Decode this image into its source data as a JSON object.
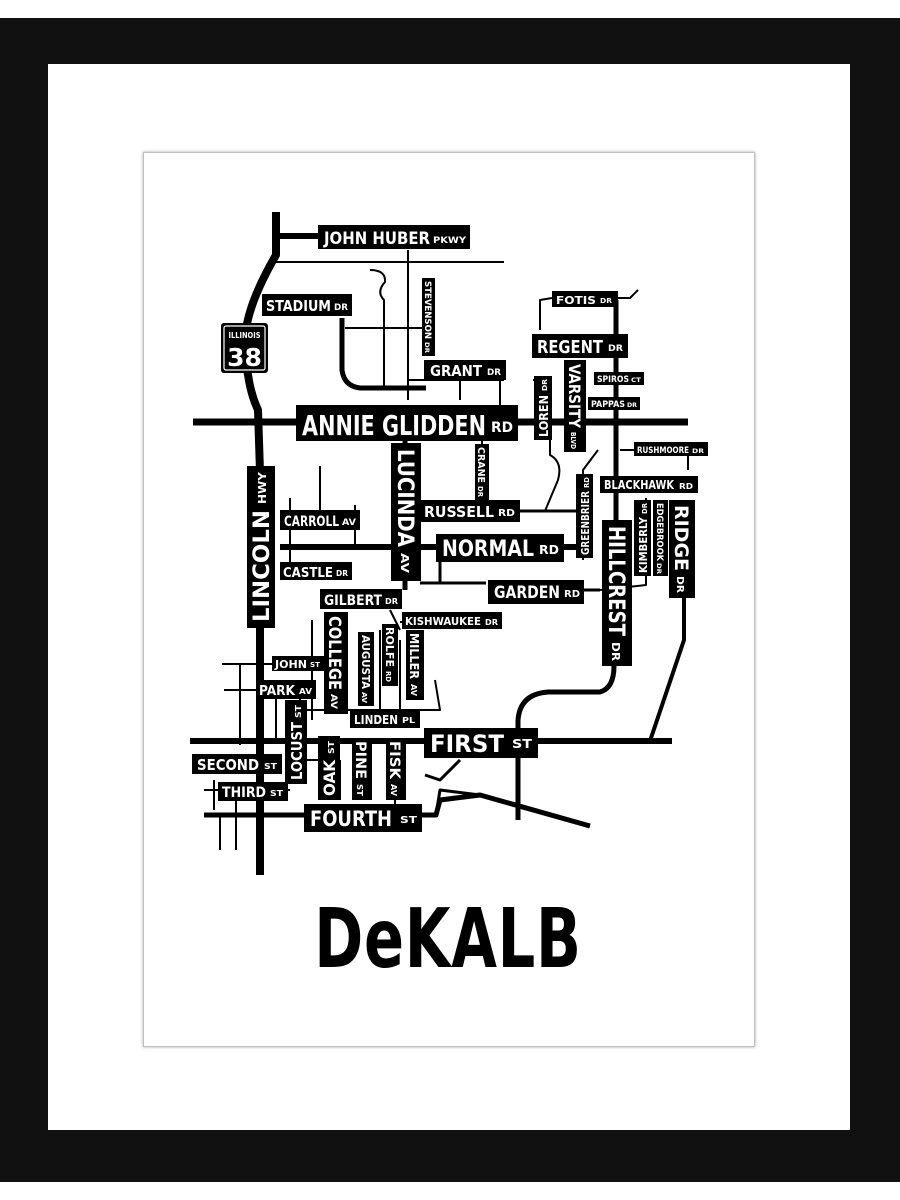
{
  "title": "DeKALB",
  "colors": {
    "frame": "#111111",
    "mat": "#ffffff",
    "ink": "#000000"
  },
  "shield": {
    "top": "ILLINOIS",
    "number": "38"
  },
  "streets": {
    "john_huber": {
      "name": "JOHN HUBER",
      "suffix": "PKWY"
    },
    "stadium": {
      "name": "STADIUM",
      "suffix": "DR"
    },
    "stevenson": {
      "name": "STEVENSON",
      "suffix": "DR"
    },
    "grant": {
      "name": "GRANT",
      "suffix": "DR"
    },
    "annie_glidden": {
      "name": "ANNIE GLIDDEN",
      "suffix": "RD"
    },
    "lincoln": {
      "name": "LINCOLN",
      "suffix": "HWY"
    },
    "lucinda": {
      "name": "LUCINDA",
      "suffix": "AV"
    },
    "crane": {
      "name": "CRANE",
      "suffix": "DR"
    },
    "russell": {
      "name": "RUSSELL",
      "suffix": "RD"
    },
    "carroll": {
      "name": "CARROLL",
      "suffix": "AV"
    },
    "normal": {
      "name": "NORMAL",
      "suffix": "RD"
    },
    "castle": {
      "name": "CASTLE",
      "suffix": "DR"
    },
    "garden": {
      "name": "GARDEN",
      "suffix": "RD"
    },
    "gilbert": {
      "name": "GILBERT",
      "suffix": "DR"
    },
    "kishwaukee": {
      "name": "KISHWAUKEE",
      "suffix": "DR"
    },
    "college": {
      "name": "COLLEGE",
      "suffix": "AV"
    },
    "augusta": {
      "name": "AUGUSTA",
      "suffix": "AV"
    },
    "rolfe": {
      "name": "ROLFE",
      "suffix": "RD"
    },
    "miller": {
      "name": "MILLER",
      "suffix": "AV"
    },
    "john_st": {
      "name": "JOHN",
      "suffix": "ST"
    },
    "park": {
      "name": "PARK",
      "suffix": "AV"
    },
    "linden": {
      "name": "LINDEN",
      "suffix": "PL"
    },
    "locust": {
      "name": "LOCUST",
      "suffix": "ST"
    },
    "first": {
      "name": "FIRST",
      "suffix": "ST"
    },
    "second": {
      "name": "SECOND",
      "suffix": "ST"
    },
    "third": {
      "name": "THIRD",
      "suffix": "ST"
    },
    "oak": {
      "name": "OAK",
      "suffix": "ST"
    },
    "pine": {
      "name": "PINE",
      "suffix": "ST"
    },
    "fisk": {
      "name": "FISK",
      "suffix": "AV"
    },
    "fourth": {
      "name": "FOURTH",
      "suffix": "ST"
    },
    "fotis": {
      "name": "FOTIS",
      "suffix": "DR"
    },
    "regent": {
      "name": "REGENT",
      "suffix": "DR"
    },
    "loren": {
      "name": "LOREN",
      "suffix": "DR"
    },
    "varsity": {
      "name": "VARSITY",
      "suffix": "BLVD"
    },
    "spiros": {
      "name": "SPIROS",
      "suffix": "CT"
    },
    "pappas": {
      "name": "PAPPAS",
      "suffix": "DR"
    },
    "rushmoore": {
      "name": "RUSHMOORE",
      "suffix": "DR"
    },
    "greenbrier": {
      "name": "GREENBRIER",
      "suffix": "RD"
    },
    "blackhawk": {
      "name": "BLACKHAWK",
      "suffix": "RD"
    },
    "kimberly": {
      "name": "KIMBERLY",
      "suffix": "DR"
    },
    "edgebrook": {
      "name": "EDGEBROOK",
      "suffix": "DR"
    },
    "ridge": {
      "name": "RIDGE",
      "suffix": "DR"
    },
    "hillcrest": {
      "name": "HILLCREST",
      "suffix": "DR"
    }
  }
}
